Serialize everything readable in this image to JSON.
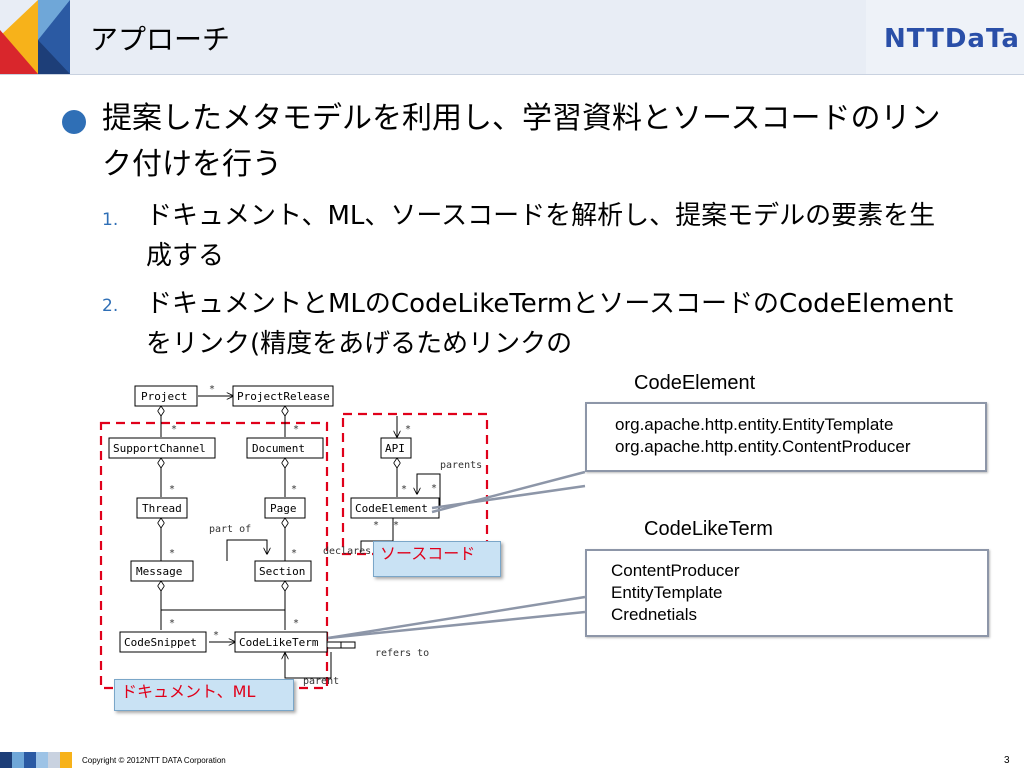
{
  "header": {
    "title": "アプローチ",
    "logo": "NTTDaTa"
  },
  "content": {
    "main_bullet": "提案したメタモデルを利用し、学習資料とソースコードのリンク付けを行う",
    "items": [
      {
        "number": "1.",
        "text": "ドキュメント、ML、ソースコードを解析し、提案モデルの要素を生成する"
      },
      {
        "number": "2.",
        "text": "ドキュメントとMLのCodeLikeTermとソースコードのCodeElementをリンク(精度をあげるためリンクの"
      }
    ]
  },
  "diagram": {
    "boxes": {
      "project": "Project",
      "project_release": "ProjectRelease",
      "support_channel": "SupportChannel",
      "document": "Document",
      "api": "API",
      "thread": "Thread",
      "page": "Page",
      "code_element": "CodeElement",
      "message": "Message",
      "section": "Section",
      "code_snippet": "CodeSnippet",
      "code_like_term": "CodeLikeTerm"
    },
    "labels": {
      "star": "*",
      "part_of": "part of",
      "parents": "parents",
      "declares": "declares",
      "refers_to": "refers to",
      "parent": "parent"
    },
    "tags": {
      "source_code": "ソースコード",
      "doc_ml": "ドキュメント、ML"
    }
  },
  "callouts": {
    "code_element_title": "CodeElement",
    "code_element_text": "org.apache.http.entity.EntityTemplate\norg.apache.http.entity.ContentProducer",
    "code_like_term_title": "CodeLikeTerm",
    "code_like_term_text": "ContentProducer\nEntityTemplate\nCrednetials"
  },
  "footer": {
    "copyright": "Copyright © 2012NTT DATA Corporation",
    "page_number": "3"
  },
  "colors": {
    "accent": "#2f6fb6",
    "dashed_box": "#e0001a",
    "tag_bg": "#c9e2f4"
  }
}
